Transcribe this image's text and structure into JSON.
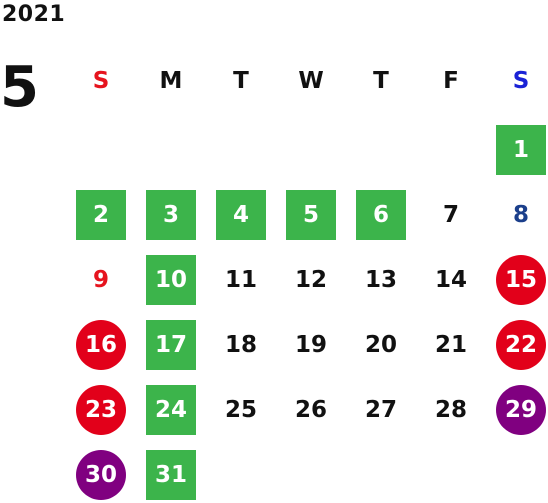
{
  "year": "2021",
  "month": "5",
  "weekdays": [
    "S",
    "M",
    "T",
    "W",
    "T",
    "F",
    "S"
  ],
  "weeks": [
    [
      null,
      null,
      null,
      null,
      null,
      null,
      {
        "day": "1",
        "style": "green"
      }
    ],
    [
      {
        "day": "2",
        "style": "green"
      },
      {
        "day": "3",
        "style": "green"
      },
      {
        "day": "4",
        "style": "green"
      },
      {
        "day": "5",
        "style": "green"
      },
      {
        "day": "6",
        "style": "green"
      },
      {
        "day": "7",
        "style": "plain"
      },
      {
        "day": "8",
        "style": "sat-text"
      }
    ],
    [
      {
        "day": "9",
        "style": "sun-text"
      },
      {
        "day": "10",
        "style": "green"
      },
      {
        "day": "11",
        "style": "plain"
      },
      {
        "day": "12",
        "style": "plain"
      },
      {
        "day": "13",
        "style": "plain"
      },
      {
        "day": "14",
        "style": "plain"
      },
      {
        "day": "15",
        "style": "red"
      }
    ],
    [
      {
        "day": "16",
        "style": "red"
      },
      {
        "day": "17",
        "style": "green"
      },
      {
        "day": "18",
        "style": "plain"
      },
      {
        "day": "19",
        "style": "plain"
      },
      {
        "day": "20",
        "style": "plain"
      },
      {
        "day": "21",
        "style": "plain"
      },
      {
        "day": "22",
        "style": "red"
      }
    ],
    [
      {
        "day": "23",
        "style": "red"
      },
      {
        "day": "24",
        "style": "green"
      },
      {
        "day": "25",
        "style": "plain"
      },
      {
        "day": "26",
        "style": "plain"
      },
      {
        "day": "27",
        "style": "plain"
      },
      {
        "day": "28",
        "style": "plain"
      },
      {
        "day": "29",
        "style": "purple"
      }
    ],
    [
      {
        "day": "30",
        "style": "purple"
      },
      {
        "day": "31",
        "style": "green"
      },
      null,
      null,
      null,
      null,
      null
    ]
  ],
  "colors": {
    "green": "#3cb44b",
    "red": "#e2001a",
    "purple": "#800080",
    "sunday_text": "#e6141e",
    "saturday_header": "#1a22d6",
    "saturday_text": "#1b3f8b"
  }
}
